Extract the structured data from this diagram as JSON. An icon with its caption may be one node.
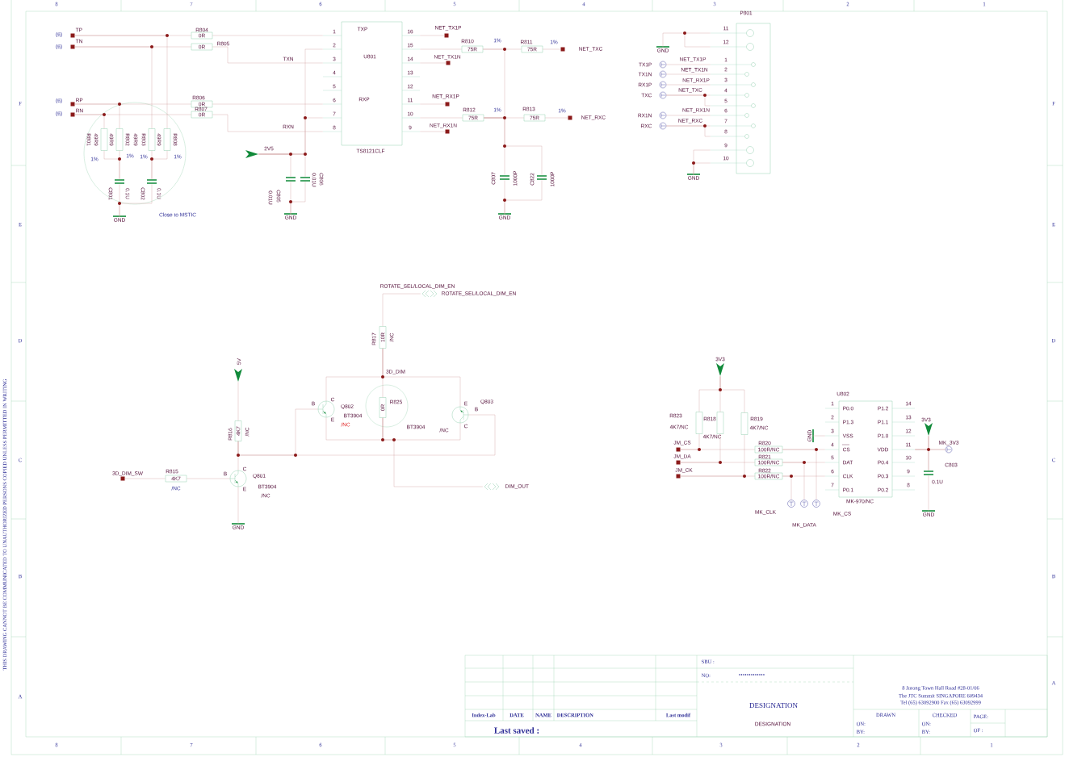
{
  "diagram": {
    "nodes": [
      {
        "text": [
          "TP"
        ],
        "beside": [
          "(6)"
        ]
      },
      {
        "text": [
          "TN"
        ],
        "beside": [
          "(6)"
        ]
      },
      {
        "text": [
          "RP"
        ],
        "beside": [
          "(6)"
        ]
      },
      {
        "text": [
          "RN"
        ],
        "beside": [
          "(6)"
        ]
      },
      {
        "text": [
          "R804",
          "0R"
        ]
      },
      {
        "text": [
          "R805",
          "0R"
        ]
      },
      {
        "text": [
          "R806",
          "0R"
        ]
      },
      {
        "text": [
          "R807",
          "0R"
        ]
      },
      {
        "text": [
          "R801",
          "49R9"
        ],
        "beside": [
          "1%"
        ]
      },
      {
        "text": [
          "R802",
          "49R9"
        ],
        "beside": [
          "1%"
        ]
      },
      {
        "text": [
          "R803",
          "49R9"
        ],
        "beside": [
          "1%"
        ]
      },
      {
        "text": [
          "R808",
          "49R9"
        ],
        "beside": [
          "1%"
        ]
      },
      {
        "text": [
          "C801",
          "0.1U"
        ]
      },
      {
        "text": [
          "C802",
          "0.1U"
        ]
      },
      {
        "text": [
          "GND"
        ]
      },
      {
        "text": [
          "U801",
          "TXP",
          "RXP",
          "TS8121CLF"
        ],
        "beside": [
          "1",
          "2",
          "3",
          "4",
          "5",
          "6",
          "7",
          "8",
          "16",
          "15",
          "14",
          "13",
          "12",
          "11",
          "10",
          "9"
        ]
      },
      {
        "text": [
          "2V5"
        ]
      },
      {
        "text": [
          "C805",
          "0.01U"
        ]
      },
      {
        "text": [
          "C806",
          "0.01U"
        ]
      },
      {
        "text": [
          "GND"
        ]
      },
      {
        "text": [
          "NET_TX1P"
        ]
      },
      {
        "text": [
          "R810",
          "75R"
        ],
        "beside": [
          "1%"
        ]
      },
      {
        "text": [
          "R811",
          "75R"
        ]
      },
      {
        "text": [
          "NET_TXC"
        ]
      },
      {
        "text": [
          "NET_TX1N"
        ]
      },
      {
        "text": [
          "NET_RX1P"
        ]
      },
      {
        "text": [
          "R812",
          "75R"
        ],
        "beside": [
          "1%"
        ]
      },
      {
        "text": [
          "R813",
          "75R"
        ]
      },
      {
        "text": [
          "NET_RXC"
        ]
      },
      {
        "text": [
          "NET_RX1N"
        ]
      },
      {
        "text": [
          "C807",
          "1000P"
        ]
      },
      {
        "text": [
          "C822",
          "1000P"
        ]
      },
      {
        "text": [
          "GND"
        ]
      },
      {
        "text": [
          "P801"
        ],
        "beside": [
          "11",
          "12",
          "1",
          "2",
          "3",
          "4",
          "5",
          "6",
          "7",
          "8",
          "9",
          "10"
        ]
      },
      {
        "text": [
          "GND"
        ]
      },
      {
        "text": [
          "TX1P"
        ]
      },
      {
        "text": [
          "TX1N"
        ]
      },
      {
        "text": [
          "RX1P"
        ]
      },
      {
        "text": [
          "TXC"
        ]
      },
      {
        "text": [
          "RX1N"
        ]
      },
      {
        "text": [
          "RXC"
        ]
      },
      {
        "text": [
          "GND"
        ]
      },
      {
        "text": [
          "ROTATE_SEL/LOCAL_DIM_EN"
        ]
      },
      {
        "text": [
          "R817",
          "10R",
          "/NC"
        ]
      },
      {
        "text": [
          "R825",
          "0R"
        ]
      },
      {
        "text": [
          "Q802",
          "BT3904",
          "/NC"
        ],
        "beside": [
          "B",
          "C",
          "E"
        ]
      },
      {
        "text": [
          "Q803",
          "/NC",
          "E",
          "B",
          "C"
        ]
      },
      {
        "text": [
          "5V"
        ]
      },
      {
        "text": [
          "R816",
          "4K7",
          "/NC"
        ]
      },
      {
        "text": [
          "Q801",
          "BT3904",
          "/NC"
        ],
        "beside": [
          "B",
          "C",
          "E"
        ]
      },
      {
        "text": [
          "3D_DIM_SW"
        ]
      },
      {
        "text": [
          "R815",
          "4K7"
        ],
        "beside": [
          "/NC"
        ]
      },
      {
        "text": [
          "GND"
        ]
      },
      {
        "text": [
          "DIM_OUT"
        ]
      },
      {
        "text": [
          "3V3"
        ]
      },
      {
        "text": [
          "R823",
          "4K7/NC"
        ]
      },
      {
        "text": [
          "R818",
          "4K7/NC"
        ]
      },
      {
        "text": [
          "R819",
          "4K7/NC"
        ]
      },
      {
        "text": [
          "JM_CS"
        ]
      },
      {
        "text": [
          "JM_DA"
        ]
      },
      {
        "text": [
          "JM_CK"
        ]
      },
      {
        "text": [
          "R820",
          "100R/NC"
        ]
      },
      {
        "text": [
          "R821",
          "100R/NC"
        ]
      },
      {
        "text": [
          "R822",
          "100R/NC"
        ]
      },
      {
        "text": [
          "U802",
          "P0.0",
          "P1.3",
          "VSS",
          "CS",
          "DAT",
          "CLK",
          "P0.1",
          "P1.2",
          "P1.1",
          "P1.0",
          "VDD",
          "P0.4",
          "P0.3",
          "P0.2",
          "MK-970/NC"
        ],
        "beside": [
          "1",
          "2",
          "3",
          "4",
          "5",
          "6",
          "7",
          "14",
          "13",
          "12",
          "11",
          "10",
          "9",
          "8"
        ]
      },
      {
        "text": [
          "GND"
        ]
      },
      {
        "text": [
          "MK_CLK"
        ]
      },
      {
        "text": [
          "MK_DATA"
        ]
      },
      {
        "text": [
          "MK_CS"
        ]
      },
      {
        "text": [
          "3V3"
        ]
      },
      {
        "text": [
          "MK_3V3"
        ]
      },
      {
        "text": [
          "C803",
          "0.1U"
        ]
      },
      {
        "text": [
          "GND"
        ]
      }
    ],
    "edges": [
      {
        "from": 0,
        "to": 4,
        "arrow": "none"
      },
      {
        "from": 0,
        "to": 11,
        "arrow": "none"
      },
      {
        "from": 1,
        "to": 5,
        "arrow": "none"
      },
      {
        "from": 1,
        "to": 10,
        "arrow": "none"
      },
      {
        "from": 2,
        "to": 6,
        "arrow": "none"
      },
      {
        "from": 2,
        "to": 9,
        "arrow": "none"
      },
      {
        "from": 3,
        "to": 7,
        "arrow": "none"
      },
      {
        "from": 3,
        "to": 8,
        "arrow": "none"
      },
      {
        "from": 8,
        "to": 12,
        "arrow": "none"
      },
      {
        "from": 9,
        "to": 12,
        "arrow": "none"
      },
      {
        "from": 10,
        "to": 13,
        "arrow": "none"
      },
      {
        "from": 11,
        "to": 13,
        "arrow": "none"
      },
      {
        "from": 12,
        "to": 14,
        "arrow": "none"
      },
      {
        "from": 13,
        "to": 14,
        "arrow": "none"
      },
      {
        "from": 4,
        "to": 15,
        "arrow": "none"
      },
      {
        "from": 5,
        "to": 15,
        "arrow": "none",
        "label": "TXN"
      },
      {
        "from": 6,
        "to": 15,
        "arrow": "none"
      },
      {
        "from": 7,
        "to": 15,
        "arrow": "none",
        "label": "RXN"
      },
      {
        "from": 16,
        "to": 15,
        "arrow": "none"
      },
      {
        "from": 16,
        "to": 15,
        "arrow": "none"
      },
      {
        "from": 16,
        "to": 17,
        "arrow": "none"
      },
      {
        "from": 16,
        "to": 18,
        "arrow": "none"
      },
      {
        "from": 17,
        "to": 19,
        "arrow": "none"
      },
      {
        "from": 18,
        "to": 19,
        "arrow": "none"
      },
      {
        "from": 15,
        "to": 20,
        "arrow": "none"
      },
      {
        "from": 15,
        "to": 21,
        "arrow": "none"
      },
      {
        "from": 15,
        "to": 24,
        "arrow": "none"
      },
      {
        "from": 15,
        "to": 25,
        "arrow": "none"
      },
      {
        "from": 15,
        "to": 26,
        "arrow": "none"
      },
      {
        "from": 15,
        "to": 29,
        "arrow": "none"
      },
      {
        "from": 21,
        "to": 22,
        "arrow": "none"
      },
      {
        "from": 22,
        "to": 23,
        "arrow": "none"
      },
      {
        "from": 26,
        "to": 27,
        "arrow": "none"
      },
      {
        "from": 27,
        "to": 28,
        "arrow": "none"
      },
      {
        "from": 21,
        "to": 26,
        "arrow": "none"
      },
      {
        "from": 26,
        "to": 30,
        "arrow": "none"
      },
      {
        "from": 26,
        "to": 31,
        "arrow": "none"
      },
      {
        "from": 30,
        "to": 32,
        "arrow": "none"
      },
      {
        "from": 31,
        "to": 32,
        "arrow": "none"
      },
      {
        "from": 34,
        "to": 33,
        "arrow": "none"
      },
      {
        "from": 35,
        "to": 33,
        "arrow": "none",
        "label": "NET_TX1P"
      },
      {
        "from": 36,
        "to": 33,
        "arrow": "none",
        "label": "NET_TX1N"
      },
      {
        "from": 37,
        "to": 33,
        "arrow": "none",
        "label": "NET_RX1P"
      },
      {
        "from": 38,
        "to": 33,
        "arrow": "none",
        "label": "NET_TXC"
      },
      {
        "from": 38,
        "to": 33,
        "arrow": "none"
      },
      {
        "from": 39,
        "to": 33,
        "arrow": "none",
        "label": "NET_RX1N"
      },
      {
        "from": 40,
        "to": 33,
        "arrow": "none",
        "label": "NET_RXC"
      },
      {
        "from": 40,
        "to": 33,
        "arrow": "none"
      },
      {
        "from": 41,
        "to": 33,
        "arrow": "none"
      },
      {
        "from": 41,
        "to": 33,
        "arrow": "none"
      },
      {
        "from": 43,
        "to": 42,
        "arrow": "none",
        "label": "ROTATE_SEL/LOCAL_DIM_EN"
      },
      {
        "from": 43,
        "to": 44,
        "arrow": "none",
        "label": "3D_DIM"
      },
      {
        "from": 43,
        "to": 45,
        "arrow": "none"
      },
      {
        "from": 43,
        "to": 46,
        "arrow": "none"
      },
      {
        "from": 44,
        "to": 45,
        "arrow": "none"
      },
      {
        "from": 44,
        "to": 46,
        "arrow": "none"
      },
      {
        "from": 44,
        "to": 53,
        "arrow": "none"
      },
      {
        "from": 47,
        "to": 48,
        "arrow": "none"
      },
      {
        "from": 48,
        "to": 49,
        "arrow": "none"
      },
      {
        "from": 49,
        "to": 52,
        "arrow": "none"
      },
      {
        "from": 50,
        "to": 51,
        "arrow": "none"
      },
      {
        "from": 51,
        "to": 49,
        "arrow": "none"
      },
      {
        "from": 48,
        "to": 45,
        "arrow": "none"
      },
      {
        "from": 48,
        "to": 46,
        "arrow": "none"
      },
      {
        "from": 54,
        "to": 55,
        "arrow": "none"
      },
      {
        "from": 54,
        "to": 56,
        "arrow": "none"
      },
      {
        "from": 54,
        "to": 57,
        "arrow": "none"
      },
      {
        "from": 55,
        "to": 58,
        "arrow": "none"
      },
      {
        "from": 58,
        "to": 61,
        "arrow": "none"
      },
      {
        "from": 56,
        "to": 59,
        "arrow": "none"
      },
      {
        "from": 59,
        "to": 62,
        "arrow": "none"
      },
      {
        "from": 57,
        "to": 60,
        "arrow": "none"
      },
      {
        "from": 60,
        "to": 63,
        "arrow": "none"
      },
      {
        "from": 61,
        "to": 64,
        "arrow": "none"
      },
      {
        "from": 62,
        "to": 64,
        "arrow": "none"
      },
      {
        "from": 63,
        "to": 64,
        "arrow": "none"
      },
      {
        "from": 61,
        "to": 68,
        "arrow": "none"
      },
      {
        "from": 62,
        "to": 67,
        "arrow": "none"
      },
      {
        "from": 63,
        "to": 66,
        "arrow": "none"
      },
      {
        "from": 65,
        "to": 64,
        "arrow": "none"
      },
      {
        "from": 69,
        "to": 64,
        "arrow": "none"
      },
      {
        "from": 64,
        "to": 70,
        "arrow": "none"
      },
      {
        "from": 64,
        "to": 71,
        "arrow": "none"
      },
      {
        "from": 71,
        "to": 72,
        "arrow": "none"
      },
      {
        "from": 69,
        "to": 71,
        "arrow": "none"
      },
      {
        "from": 69,
        "to": 70,
        "arrow": "none"
      }
    ],
    "labels": [
      "8",
      "7",
      "6",
      "5",
      "4",
      "3",
      "2",
      "1",
      "F",
      "E",
      "D",
      "C",
      "B",
      "A",
      "F",
      "E",
      "D",
      "C",
      "B",
      "A",
      "THIS DRAWING CANNOT BE COMMUNICATED TO UNAUTHORIZED PERSONS COPIED UNLESS PERMITTED IN WRITING",
      "Close to MSTIC",
      "SBU :",
      "NO:",
      ".............",
      "Index-Lab",
      "DATE",
      "NAME",
      "DESCRIPTION",
      "Last modif",
      "Last saved :",
      "DESIGNATION",
      "DESIGNATION",
      "8 Jurong Town Hall Road #28-01/06",
      "The JTC Summit SINGAPORE 609434",
      "Tel (65) 63092900 Fax (65) 63092999",
      "DRAWN",
      "ON:",
      "BY:",
      "CHECKED",
      "ON:",
      "BY:",
      "PAGE:",
      "OF :",
      "8",
      "7",
      "6",
      "5",
      "4",
      "3",
      "2",
      "1",
      "1%",
      "1%",
      "BT3904"
    ]
  }
}
